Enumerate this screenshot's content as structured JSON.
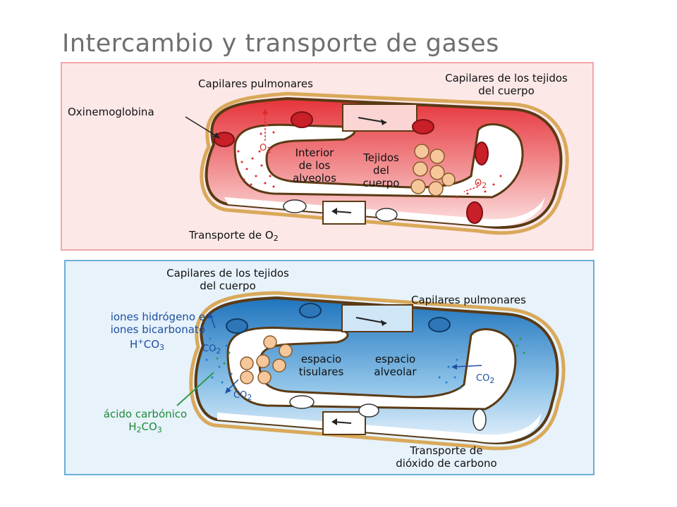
{
  "title": "Intercambio y transporte de gases",
  "top_panel": {
    "capilares_pulmonares": "Capilares pulmonares",
    "capilares_tejidos_line1": "Capilares de los tejidos",
    "capilares_tejidos_line2": "del cuerpo",
    "oxinemoglobina": "Oxinemoglobina",
    "interior_line1": "Interior",
    "interior_line2": "de los",
    "interior_line3": "alveolos",
    "tejidos_line1": "Tejidos",
    "tejidos_line2": "del",
    "tejidos_line3": "cuerpo",
    "o2_left": "O",
    "o2_left_sub": "2",
    "o2_right": "O",
    "o2_right_sub": "2",
    "transporte": "Transporte de O",
    "transporte_sub": "2"
  },
  "bottom_panel": {
    "capilares_tejidos_line1": "Capilares de los tejidos",
    "capilares_tejidos_line2": "del cuerpo",
    "capilares_pulmonares": "Capilares pulmonares",
    "iones_line1": "iones hidrógeno e",
    "iones_line2": "iones bicarbonato",
    "iones_formula_h": "H",
    "iones_formula_sup": "+",
    "iones_formula_co": "CO",
    "iones_formula_sub": "3",
    "co2_left": "CO",
    "co2_left_sub": "2",
    "co2_bottom": "CO",
    "co2_bottom_sub": "2",
    "co2_right": "CO",
    "co2_right_sub": "2",
    "espacio_tisulares_line1": "espacio",
    "espacio_tisulares_line2": "tisulares",
    "espacio_alveolar_line1": "espacio",
    "espacio_alveolar_line2": "alveolar",
    "acido_line1": "ácido carbónico",
    "acido_formula_h": "H",
    "acido_formula_h_sub": "2",
    "acido_formula_co": "CO",
    "acido_formula_co_sub": "3",
    "transporte_line1": "Transporte de",
    "transporte_line2": "dióxido de carbono"
  },
  "colors": {
    "top_bg": "#fde8e8",
    "top_border": "#f2a6a6",
    "bottom_bg": "#e7f2fb",
    "bottom_border": "#6aaed8",
    "blood_red": "#e8454a",
    "blood_blue": "#2f86c6",
    "wall_tan": "#e8c27a",
    "cell_peach": "#f6c79a"
  }
}
